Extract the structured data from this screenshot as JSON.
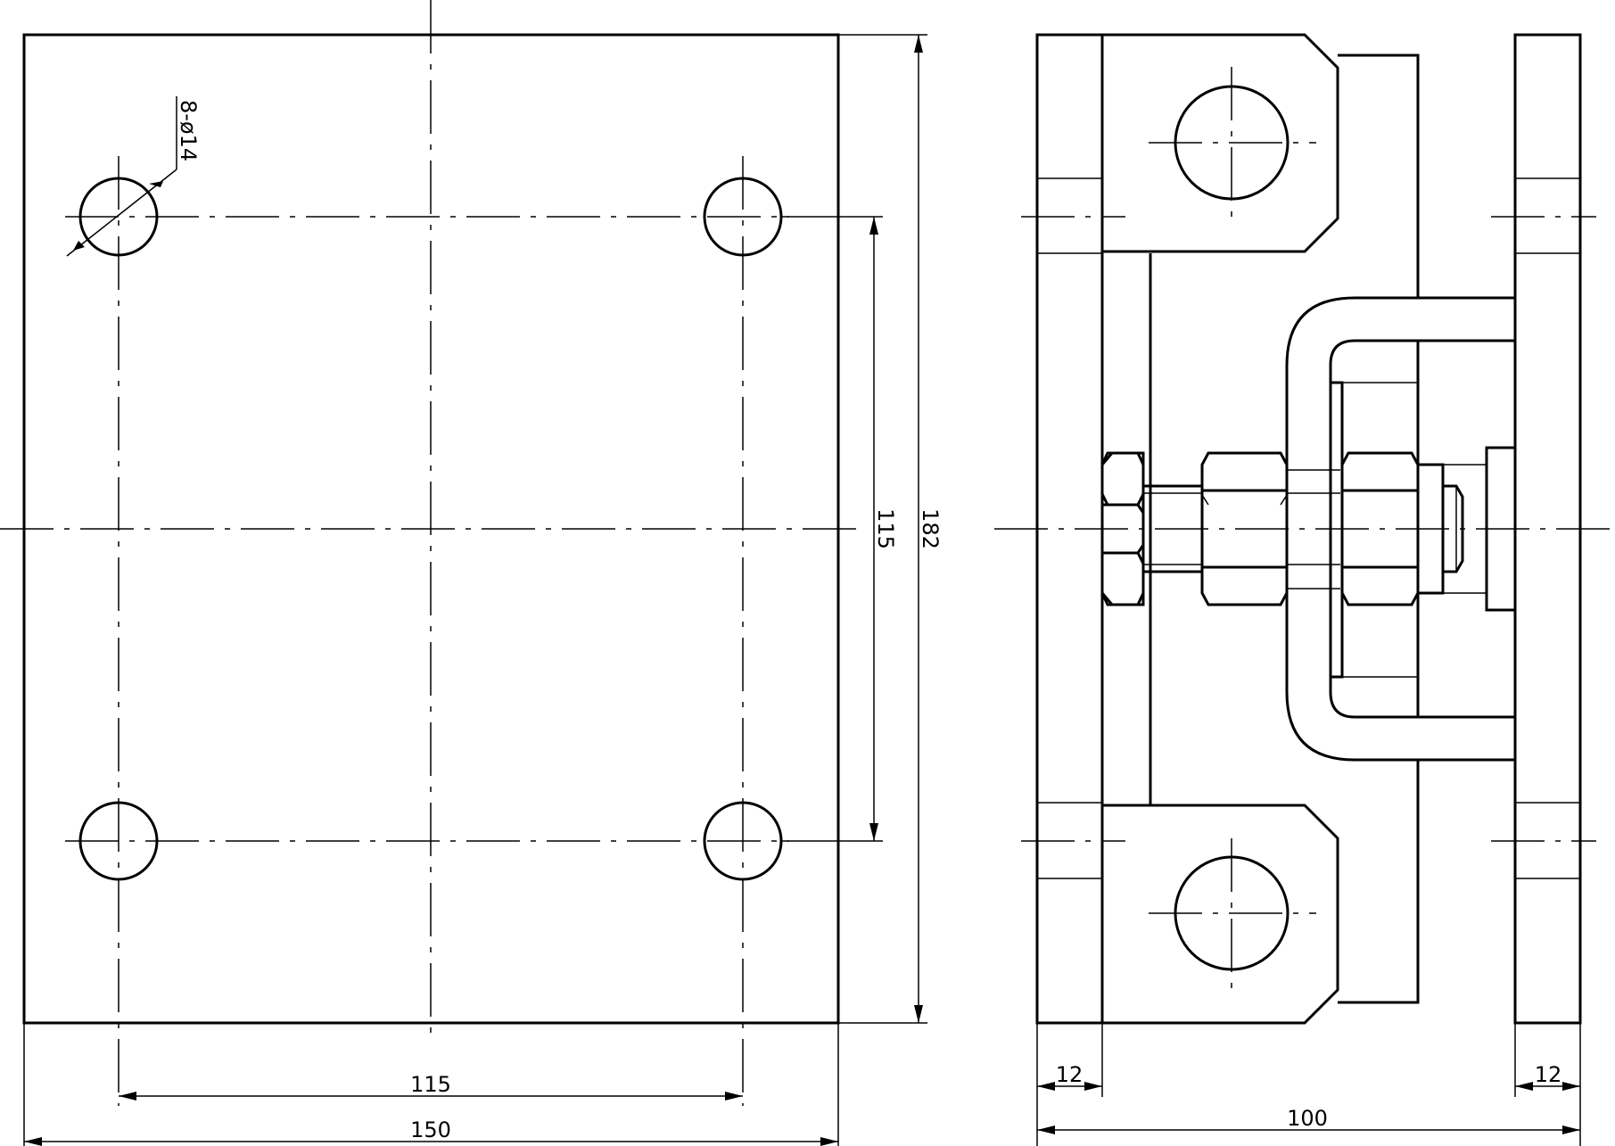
{
  "front_view": {
    "hole_callout": "8-ø14",
    "dim_hole_spacing_horizontal": "115",
    "dim_width": "150",
    "dim_hole_spacing_vertical": "115",
    "dim_height": "182"
  },
  "side_view": {
    "dim_plate_left": "12",
    "dim_plate_right": "12",
    "dim_total_width": "100"
  }
}
